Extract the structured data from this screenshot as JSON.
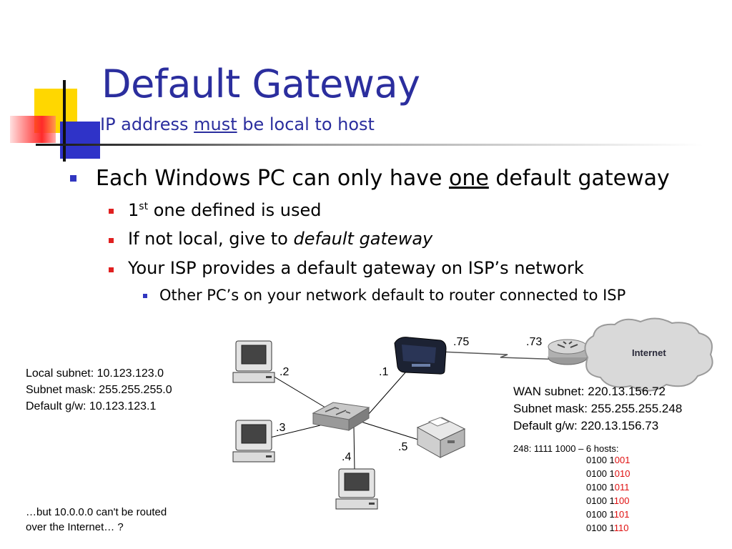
{
  "slide": {
    "title": "Default Gateway",
    "subtitle_pre": "IP address ",
    "subtitle_em": "must",
    "subtitle_post": " be local to host"
  },
  "bullets": {
    "l1_pre": "Each Windows PC can only have ",
    "l1_em": "one",
    "l1_post": " default gateway",
    "l2_main": "1",
    "l2_sup": "st",
    "l2_post": " one defined is used",
    "l3_pre": "If not local, give to ",
    "l3_em": "default gateway",
    "l4": "Your ISP provides a default gateway on ISP’s network",
    "l5": "Other PC’s on your network default to router connected to ISP"
  },
  "local_info": {
    "line1": "Local subnet: 10.123.123.0",
    "line2": "Subnet mask: 255.255.255.0",
    "line3": "Default g/w:  10.123.123.1"
  },
  "wan_info": {
    "line1": "WAN subnet:  220.13.156.72",
    "line2": "Subnet mask: 255.255.255.248",
    "line3": "Default g/w:   220.13.156.73"
  },
  "binary": {
    "head": "248: 1111 1000 – 6 hosts:",
    "rows": [
      {
        "black": "0100 1",
        "red": "001"
      },
      {
        "black": "0100 1",
        "red": "010"
      },
      {
        "black": "0100 1",
        "red": "011"
      },
      {
        "black": "0100 1",
        "red": "100"
      },
      {
        "black": "0100 1",
        "red": "101"
      },
      {
        "black": "0100 1",
        "red": "110"
      }
    ]
  },
  "note": {
    "line1": "…but 10.0.0.0 can't be routed",
    "line2": "over the Internet… ?"
  },
  "diagram": {
    "labels": {
      "pc_top": ".2",
      "router_lan": ".1",
      "pc_mid": ".3",
      "pc_bottom": ".4",
      "printer": ".5",
      "router_wan": ".75",
      "isp_router": ".73",
      "cloud": "Internet"
    }
  },
  "colors": {
    "title": "#2b2e9e",
    "bullet_blue": "#3136c0",
    "bullet_red": "#e02020",
    "binary_red": "#e01010"
  }
}
